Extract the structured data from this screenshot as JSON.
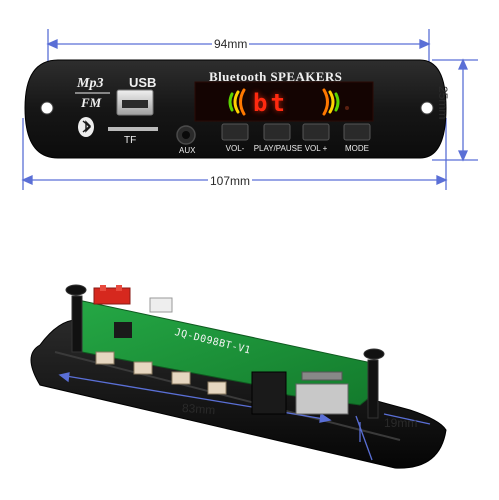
{
  "dimensions": {
    "top_width": "94mm",
    "bottom_width": "107mm",
    "height": "25mm",
    "depth_width": "83mm",
    "depth_height": "19mm"
  },
  "faceplate": {
    "mp3_logo": "Mp3",
    "fm_logo": "FM",
    "usb_label": "USB",
    "tf_label": "TF",
    "aux_label": "AUX",
    "brand_text": "Bluetooth SPEAKERS",
    "display_text": "bt",
    "buttons": [
      "VOL-",
      "PLAY/PAUSE",
      "VOL +",
      "MODE"
    ]
  },
  "pcb": {
    "model_text": "JQ-D098BT-V1"
  },
  "colors": {
    "dimension_line": "#5a6fd6",
    "panel": "#1c1c1c",
    "display_red": "#ff2a10",
    "display_yellow": "#ffd000",
    "display_green": "#5ad400",
    "pcb_green": "#1f9a3a"
  }
}
